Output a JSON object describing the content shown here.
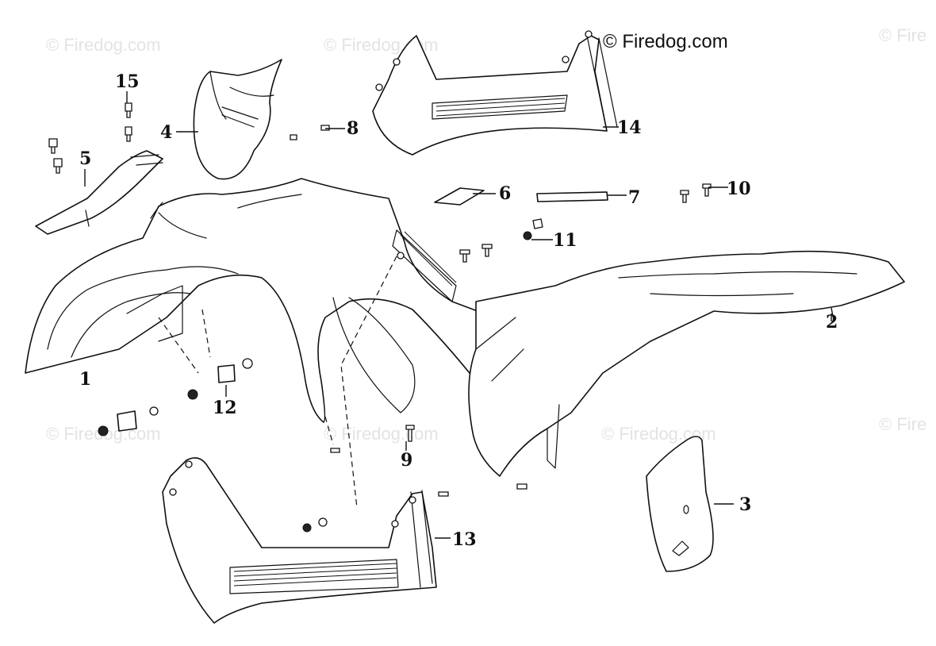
{
  "watermark": {
    "main": "© Firedog.com",
    "faint": "© Firedog.com",
    "faint_cut": "© Fire"
  },
  "callouts": {
    "c1": "1",
    "c2": "2",
    "c3": "3",
    "c4": "4",
    "c5": "5",
    "c6": "6",
    "c7": "7",
    "c8": "8",
    "c9": "9",
    "c10": "10",
    "c11": "11",
    "c12": "12",
    "c13": "13",
    "c14": "14",
    "c15": "15"
  }
}
